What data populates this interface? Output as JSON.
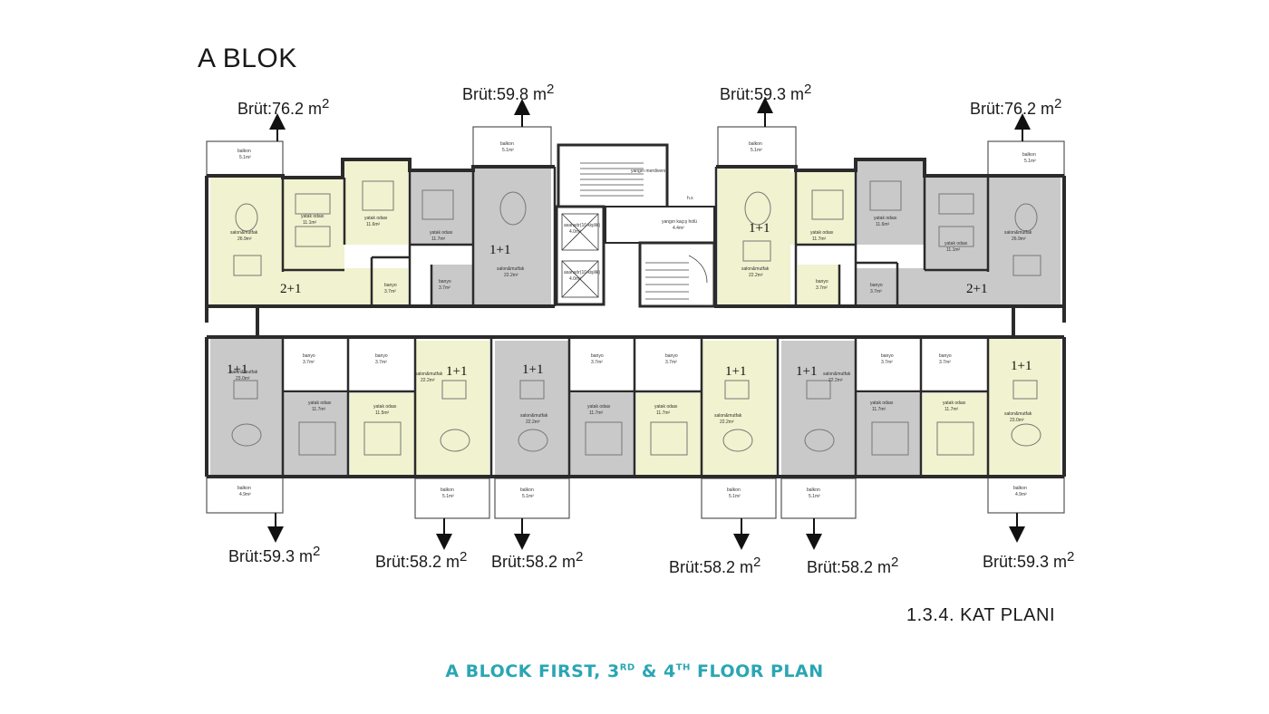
{
  "block_title": "A BLOK",
  "floor_plan_label": "1.3.4. KAT PLANI",
  "caption": {
    "base": "A BLOCK FIRST, 3",
    "sup1": "RD",
    "mid": " & 4",
    "sup2": "TH",
    "end": " FLOOR PLAN"
  },
  "areas_top": [
    {
      "label": "Brüt:76.2 m",
      "exp": "2"
    },
    {
      "label": "Brüt:59.8 m",
      "exp": "2"
    },
    {
      "label": "Brüt:59.3 m",
      "exp": "2"
    },
    {
      "label": "Brüt:76.2 m",
      "exp": "2"
    }
  ],
  "areas_bottom": [
    {
      "label": "Brüt:59.3 m",
      "exp": "2"
    },
    {
      "label": "Brüt:58.2 m",
      "exp": "2"
    },
    {
      "label": "Brüt:58.2 m",
      "exp": "2"
    },
    {
      "label": "Brüt:58.2 m",
      "exp": "2"
    },
    {
      "label": "Brüt:58.2 m",
      "exp": "2"
    },
    {
      "label": "Brüt:59.3 m",
      "exp": "2"
    }
  ],
  "unit_types": [
    "2+1",
    "1+1",
    "1+1",
    "2+1",
    "1+1",
    "1+1",
    "1+1",
    "1+1",
    "1+1",
    "1+1"
  ],
  "room_labels": {
    "balkon": "balkon",
    "yatak_odasi": "yatak odası",
    "salon_mutfak": "salon&mutfak",
    "banyo": "banyo",
    "asansor": "asansör(10 kişilik)",
    "yangin_merdiveni": "yangın merdiveni",
    "yangin_kacis": "yangın kaçış holü",
    "shaft": "h.s"
  },
  "room_areas": {
    "balkon_a": "5.1m²",
    "balkon_b": "4.9m²",
    "salon_269": "26.9m²",
    "salon_222": "22.2m²",
    "salon_230": "23.0m²",
    "yatak_111": "11.1m²",
    "yatak_116": "11.6m²",
    "yatak_117": "11.7m²",
    "yatak_115": "11.5m²",
    "banyo_37": "3.7m²",
    "asansor_40": "4.0m²",
    "kacis_44": "4.4m²"
  },
  "colors": {
    "wall": "#2b2b2b",
    "yellow_unit": "#f1f2cf",
    "gray_unit": "#c9c9ca",
    "caption": "#2aa6b4"
  }
}
